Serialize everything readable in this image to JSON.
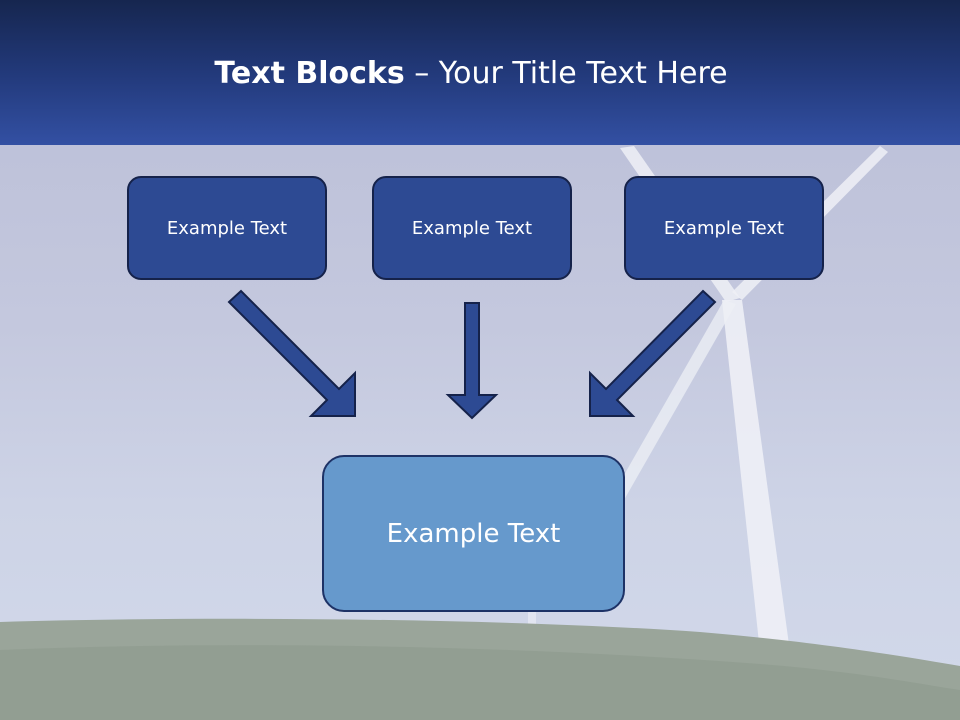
{
  "title": {
    "bold": "Text Blocks",
    "rest": " – Your Title Text Here"
  },
  "diagram": {
    "top_boxes": [
      {
        "label": "Example Text"
      },
      {
        "label": "Example Text"
      },
      {
        "label": "Example Text"
      }
    ],
    "bottom_box": {
      "label": "Example Text"
    }
  },
  "colors": {
    "header": "#22397a",
    "top_box_fill": "#2d4a93",
    "bottom_box_fill": "#6699cc",
    "arrow_fill": "#2d4a93",
    "outline": "#15224a"
  }
}
